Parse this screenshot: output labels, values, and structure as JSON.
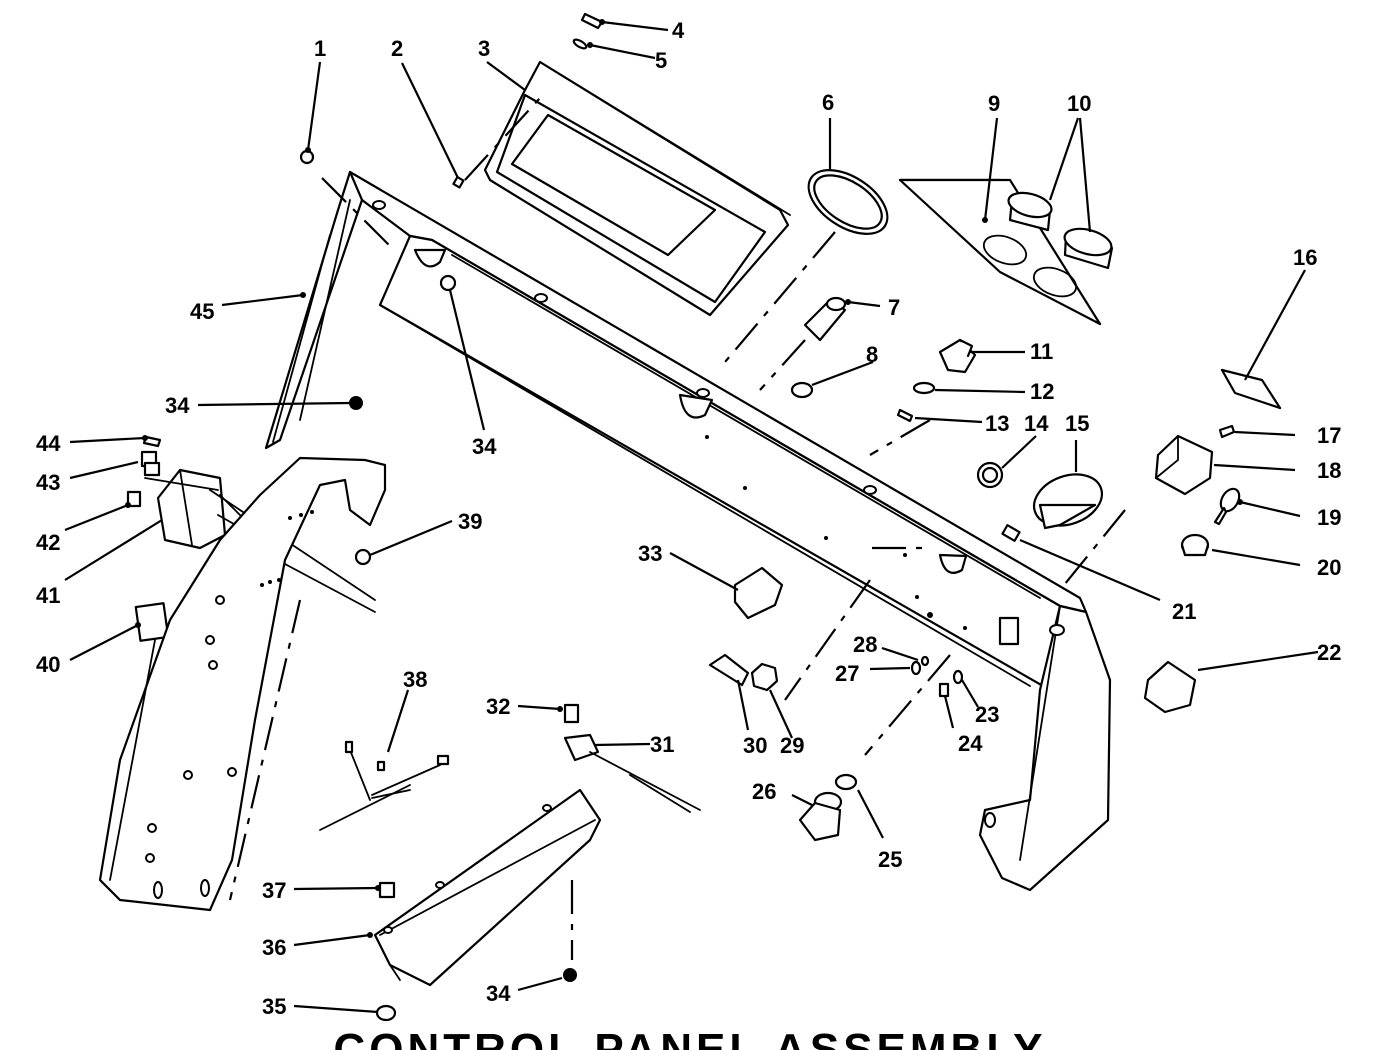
{
  "diagram": {
    "title": "CONTROL PANEL ASSEMBLY",
    "callouts": [
      {
        "label": "1"
      },
      {
        "label": "2"
      },
      {
        "label": "3"
      },
      {
        "label": "4"
      },
      {
        "label": "5"
      },
      {
        "label": "6"
      },
      {
        "label": "7"
      },
      {
        "label": "8"
      },
      {
        "label": "9"
      },
      {
        "label": "10"
      },
      {
        "label": "11"
      },
      {
        "label": "12"
      },
      {
        "label": "13"
      },
      {
        "label": "14"
      },
      {
        "label": "15"
      },
      {
        "label": "16"
      },
      {
        "label": "17"
      },
      {
        "label": "18"
      },
      {
        "label": "19"
      },
      {
        "label": "20"
      },
      {
        "label": "21"
      },
      {
        "label": "22"
      },
      {
        "label": "23"
      },
      {
        "label": "24"
      },
      {
        "label": "25"
      },
      {
        "label": "26"
      },
      {
        "label": "27"
      },
      {
        "label": "28"
      },
      {
        "label": "29"
      },
      {
        "label": "30"
      },
      {
        "label": "31"
      },
      {
        "label": "32"
      },
      {
        "label": "33"
      },
      {
        "label": "34"
      },
      {
        "label": "34"
      },
      {
        "label": "34"
      },
      {
        "label": "35"
      },
      {
        "label": "36"
      },
      {
        "label": "37"
      },
      {
        "label": "38"
      },
      {
        "label": "39"
      },
      {
        "label": "40"
      },
      {
        "label": "41"
      },
      {
        "label": "42"
      },
      {
        "label": "43"
      },
      {
        "label": "44"
      },
      {
        "label": "45"
      }
    ]
  }
}
